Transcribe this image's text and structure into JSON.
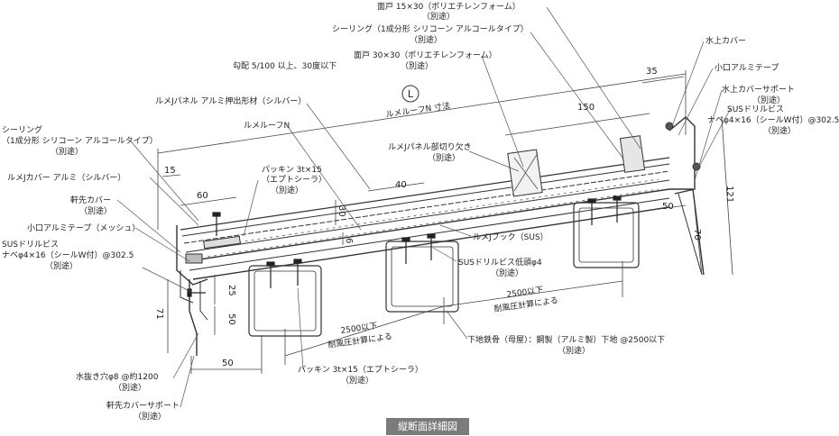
{
  "labels": {
    "menko_15x30": "面戸 15×30（ポリエチレンフォーム）",
    "menko_15x30_note": "（別途）",
    "sealing_top": "シーリング（1成分形 シリコーン アルコールタイプ）",
    "sealing_top_note": "（別途）",
    "menko_30x30": "面戸 30×30（ポリエチレンフォーム）",
    "menko_30x30_note": "（別途）",
    "slope": "勾配 5/100 以上、30度以下",
    "panel_extrusion": "ルメJパネル アルミ押出形材（シルバー）",
    "lumeroof_n": "ルメルーフN",
    "lumeroof_n_size": "ルメルーフN 寸法",
    "panel_cut": "ルメJパネル部切り欠き",
    "panel_cut_note": "（別途）",
    "packing_top": "パッキン 3t×15",
    "packing_top_sub": "（エプトシーラ）",
    "packing_top_note": "（別途）",
    "sealing_left": "シーリング",
    "sealing_left_sub": "（1成分形 シリコーン アルコールタイプ）",
    "sealing_left_note": "（別途）",
    "jcover": "ルメJカバー アルミ（シルバー）",
    "eaves_cover": "軒先カバー",
    "eaves_cover_note": "（別途）",
    "koguchi_mesh": "小口アルミテープ（メッシュ）",
    "sus_screw_left": "SUSドリルビス",
    "sus_screw_left_spec": "ナベφ4×16（シールW付）@302.5",
    "sus_screw_left_note": "（別途）",
    "jhook": "ルメJフック（SUS）",
    "sus_screw_low": "SUSドリルビス低頭φ4",
    "sus_screw_low_note": "（別途）",
    "wind_mid": "2500以下",
    "wind_mid_sub": "耐風圧計算による",
    "wind_left": "2500以下",
    "wind_left_sub": "耐風圧計算による",
    "steel_frame": "下地鉄骨（母屋）：鋼製（アルミ製）下地 @2500以下",
    "steel_frame_note": "（別途）",
    "packing_bottom": "パッキン 3t×15（エプトシーラ）",
    "packing_bottom_note": "（別途）",
    "drain_hole": "水抜き穴φ8 @約1200",
    "drain_hole_note": "（別途）",
    "eaves_support": "軒先カバーサポート",
    "eaves_support_note": "（別途）",
    "mizukami_cover": "水上カバー",
    "koguchi_tape": "小口アルミテープ",
    "mizukami_support": "水上カバーサポート",
    "mizukami_support_note": "（別途）",
    "sus_screw_right": "SUSドリルビス",
    "sus_screw_right_spec": "ナベφ4×16（シールW付）@302.5",
    "sus_screw_right_note": "（別途）",
    "L_symbol": "L"
  },
  "dimensions": {
    "d35": "35",
    "d150": "150",
    "d15": "15",
    "d60": "60",
    "d40": "40",
    "d30": "30",
    "d6": "6",
    "d121": "121",
    "d50_right": "50",
    "d70": "70",
    "d71": "71",
    "d25": "25",
    "d50_left": "50",
    "d50_bottom": "50"
  },
  "caption": "縦断面詳細図"
}
